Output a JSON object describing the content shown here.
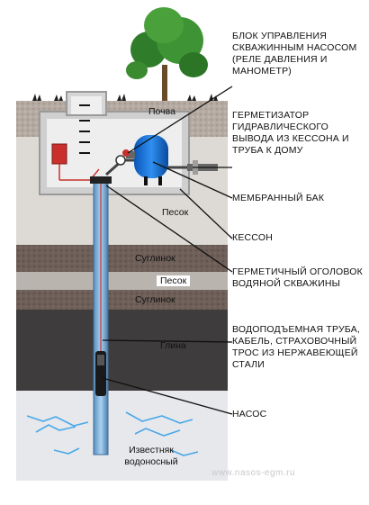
{
  "labels": {
    "control_unit": "БЛОК УПРАВЛЕНИЯ СКВАЖИННЫМ НАСОСОМ (РЕЛЕ ДАВЛЕНИЯ И МАНОМЕТР)",
    "sealer": "ГЕРМЕТИЗАТОР ГИДРАВЛИЧЕСКОГО ВЫВОДА ИЗ КЕССОНА И ТРУБА К ДОМУ",
    "membrane_tank": "МЕМБРАННЫЙ БАК",
    "caisson": "КЕССОН",
    "well_head": "ГЕРМЕТИЧНЫЙ ОГОЛОВОК ВОДЯНОЙ СКВАЖИНЫ",
    "riser_pipe": "ВОДОПОДЪЕМНАЯ ТРУБА, КАБЕЛЬ, СТРАХОВОЧНЫЙ ТРОС ИЗ НЕРЖАВЕЮЩЕЙ СТАЛИ",
    "pump": "НАСОС"
  },
  "layers": {
    "soil": "Почва",
    "sand1": "Песок",
    "loam1": "Суглинок",
    "sand2": "Песок",
    "loam2": "Суглинок",
    "clay": "Глина",
    "limestone": "Известняк водоносный"
  },
  "watermark": "www.nasos-egm.ru"
}
